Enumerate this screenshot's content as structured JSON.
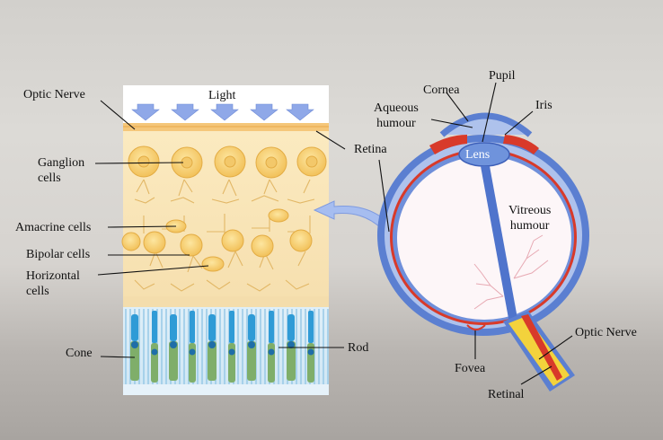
{
  "retina_panel": {
    "light_label": "Light",
    "labels": {
      "optic_nerve": "Optic Nerve",
      "ganglion_cells": "Ganglion\ncells",
      "amacrine_cells": "Amacrine cells",
      "bipolar_cells": "Bipolar cells",
      "horizontal_cells": "Horizontal\ncells",
      "cone": "Cone",
      "rod": "Rod",
      "retina": "Retina"
    }
  },
  "eye_panel": {
    "labels": {
      "cornea": "Cornea",
      "pupil": "Pupil",
      "aqueous_humour": "Aqueous\nhumour",
      "iris": "Iris",
      "lens": "Lens",
      "vitreous_humour": "Vitreous\nhumour",
      "optic_nerve": "Optic Nerve",
      "fovea": "Fovea",
      "retinal": "Retinal"
    }
  },
  "colors": {
    "cell_fill": "#f7d27a",
    "cell_layer": "#fbe8b8",
    "eye_wall": "#5b7fd1",
    "sclera_inner": "#aec2ec",
    "red_layer": "#d83a2a",
    "nerve_yellow": "#f3d23c",
    "cone_blue": "#2f9bd6",
    "rod_green": "#7fae6a",
    "arrow": "#8fa8e8"
  }
}
